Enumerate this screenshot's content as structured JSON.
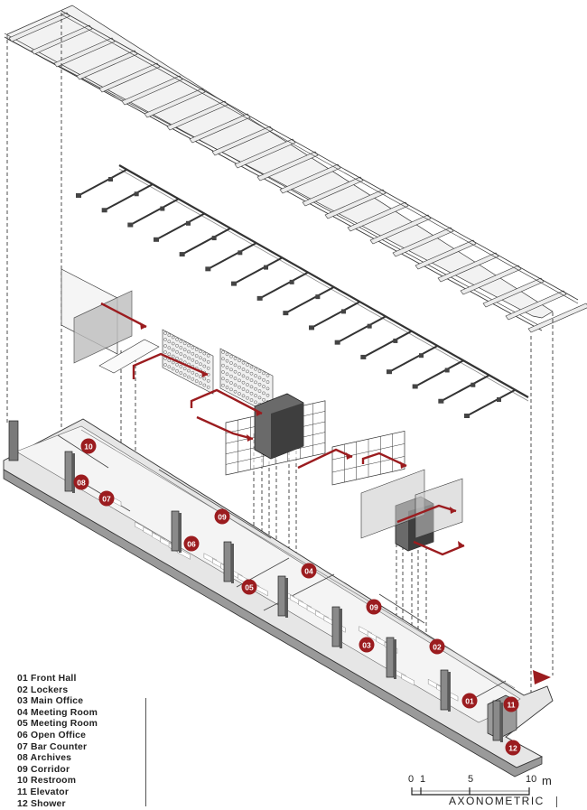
{
  "legend": [
    {
      "num": "01",
      "label": "Front Hall"
    },
    {
      "num": "02",
      "label": "Lockers"
    },
    {
      "num": "03",
      "label": "Main Office"
    },
    {
      "num": "04",
      "label": "Meeting Room"
    },
    {
      "num": "05",
      "label": "Meeting Room"
    },
    {
      "num": "06",
      "label": "Open Office"
    },
    {
      "num": "07",
      "label": "Bar Counter"
    },
    {
      "num": "08",
      "label": "Archives"
    },
    {
      "num": "09",
      "label": "Corridor"
    },
    {
      "num": "10",
      "label": "Restroom"
    },
    {
      "num": "11",
      "label": "Elevator"
    },
    {
      "num": "12",
      "label": "Shower"
    }
  ],
  "markers": [
    "10",
    "08",
    "07",
    "09",
    "06",
    "04",
    "05",
    "09",
    "03",
    "02",
    "01",
    "11",
    "12"
  ],
  "scale": {
    "ticks": [
      "0",
      "1",
      "5",
      "10"
    ],
    "unit": "m",
    "caption": "AXONOMETRIC"
  },
  "colors": {
    "accent": "#9b1c1f",
    "line": "#333333",
    "fill": "#e6e6e6",
    "glass": "#cfcfcf"
  }
}
